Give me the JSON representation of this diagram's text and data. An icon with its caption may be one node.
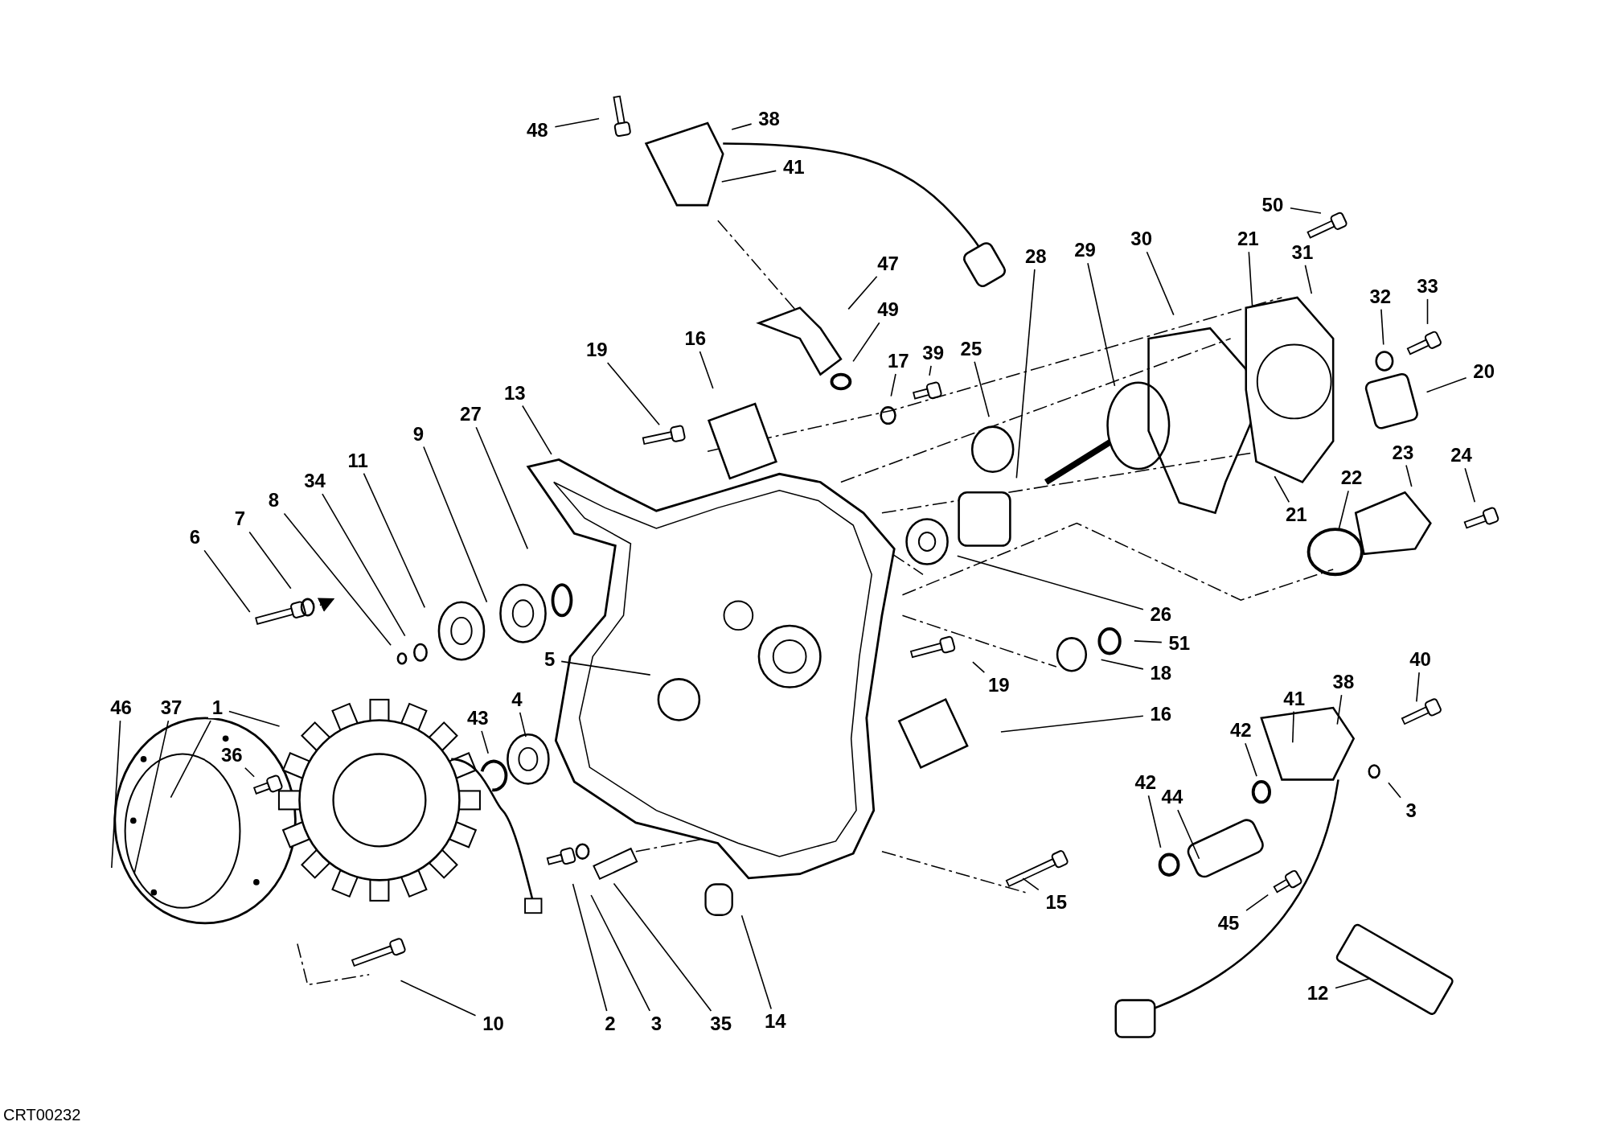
{
  "diagram": {
    "nodes": [
      {
        "text": [
          "48"
        ]
      },
      {
        "text": [
          "38"
        ]
      },
      {
        "text": [
          "41"
        ]
      },
      {
        "text": [
          "50"
        ]
      },
      {
        "text": [
          "28"
        ]
      },
      {
        "text": [
          "29"
        ]
      },
      {
        "text": [
          "30"
        ]
      },
      {
        "text": [
          "21"
        ]
      },
      {
        "text": [
          "31"
        ]
      },
      {
        "text": [
          "47"
        ]
      },
      {
        "text": [
          "32"
        ]
      },
      {
        "text": [
          "33"
        ]
      },
      {
        "text": [
          "49"
        ]
      },
      {
        "text": [
          "17"
        ]
      },
      {
        "text": [
          "39"
        ]
      },
      {
        "text": [
          "25"
        ]
      },
      {
        "text": [
          "16"
        ]
      },
      {
        "text": [
          "19"
        ]
      },
      {
        "text": [
          "20"
        ]
      },
      {
        "text": [
          "13"
        ]
      },
      {
        "text": [
          "27"
        ]
      },
      {
        "text": [
          "9"
        ]
      },
      {
        "text": [
          "11"
        ]
      },
      {
        "text": [
          "34"
        ]
      },
      {
        "text": [
          "8"
        ]
      },
      {
        "text": [
          "7"
        ]
      },
      {
        "text": [
          "6"
        ]
      },
      {
        "text": [
          "23"
        ]
      },
      {
        "text": [
          "24"
        ]
      },
      {
        "text": [
          "22"
        ]
      },
      {
        "text": [
          "21"
        ]
      },
      {
        "text": [
          "26"
        ]
      },
      {
        "text": [
          "51"
        ]
      },
      {
        "text": [
          "18"
        ]
      },
      {
        "text": [
          "19"
        ]
      },
      {
        "text": [
          "16"
        ]
      },
      {
        "text": [
          "5"
        ]
      },
      {
        "text": [
          "46"
        ]
      },
      {
        "text": [
          "37"
        ]
      },
      {
        "text": [
          "1"
        ]
      },
      {
        "text": [
          "40"
        ]
      },
      {
        "text": [
          "36"
        ]
      },
      {
        "text": [
          "43"
        ]
      },
      {
        "text": [
          "4"
        ]
      },
      {
        "text": [
          "41"
        ]
      },
      {
        "text": [
          "38"
        ]
      },
      {
        "text": [
          "42"
        ]
      },
      {
        "text": [
          "3"
        ]
      },
      {
        "text": [
          "42"
        ]
      },
      {
        "text": [
          "44"
        ]
      },
      {
        "text": [
          "45"
        ]
      },
      {
        "text": [
          "15"
        ]
      },
      {
        "text": [
          "12"
        ]
      },
      {
        "text": [
          "10"
        ]
      },
      {
        "text": [
          "2"
        ]
      },
      {
        "text": [
          "3"
        ]
      },
      {
        "text": [
          "35"
        ]
      },
      {
        "text": [
          "14"
        ]
      }
    ],
    "edges": [
      {
        "from": 0,
        "to": null,
        "arrow": "none"
      },
      {
        "from": 1,
        "to": null,
        "arrow": "none"
      },
      {
        "from": 2,
        "to": null,
        "arrow": "none"
      },
      {
        "from": 3,
        "to": null,
        "arrow": "none"
      },
      {
        "from": 4,
        "to": null,
        "arrow": "none"
      },
      {
        "from": 5,
        "to": null,
        "arrow": "none"
      },
      {
        "from": 6,
        "to": null,
        "arrow": "none"
      },
      {
        "from": 7,
        "to": null,
        "arrow": "none"
      },
      {
        "from": 8,
        "to": null,
        "arrow": "none"
      },
      {
        "from": 9,
        "to": null,
        "arrow": "none"
      },
      {
        "from": 10,
        "to": null,
        "arrow": "none"
      },
      {
        "from": 11,
        "to": null,
        "arrow": "none"
      },
      {
        "from": 12,
        "to": null,
        "arrow": "none"
      },
      {
        "from": 13,
        "to": null,
        "arrow": "none"
      },
      {
        "from": 14,
        "to": null,
        "arrow": "none"
      },
      {
        "from": 15,
        "to": null,
        "arrow": "none"
      },
      {
        "from": 16,
        "to": null,
        "arrow": "none"
      },
      {
        "from": 17,
        "to": null,
        "arrow": "none"
      },
      {
        "from": 18,
        "to": null,
        "arrow": "none"
      },
      {
        "from": 19,
        "to": null,
        "arrow": "none"
      },
      {
        "from": 20,
        "to": null,
        "arrow": "none"
      },
      {
        "from": 21,
        "to": null,
        "arrow": "none"
      },
      {
        "from": 22,
        "to": null,
        "arrow": "none"
      },
      {
        "from": 23,
        "to": null,
        "arrow": "none"
      },
      {
        "from": 24,
        "to": null,
        "arrow": "none"
      },
      {
        "from": 25,
        "to": null,
        "arrow": "none"
      },
      {
        "from": 26,
        "to": null,
        "arrow": "none"
      },
      {
        "from": 27,
        "to": null,
        "arrow": "none"
      },
      {
        "from": 28,
        "to": null,
        "arrow": "none"
      },
      {
        "from": 29,
        "to": null,
        "arrow": "none"
      },
      {
        "from": 30,
        "to": null,
        "arrow": "none"
      },
      {
        "from": 31,
        "to": null,
        "arrow": "none"
      },
      {
        "from": 32,
        "to": null,
        "arrow": "none"
      },
      {
        "from": 33,
        "to": null,
        "arrow": "none"
      },
      {
        "from": 34,
        "to": null,
        "arrow": "none"
      },
      {
        "from": 35,
        "to": null,
        "arrow": "none"
      },
      {
        "from": 36,
        "to": null,
        "arrow": "none"
      },
      {
        "from": 37,
        "to": null,
        "arrow": "none"
      },
      {
        "from": 38,
        "to": null,
        "arrow": "none"
      },
      {
        "from": 39,
        "to": null,
        "arrow": "none"
      },
      {
        "from": 40,
        "to": null,
        "arrow": "none"
      },
      {
        "from": 41,
        "to": null,
        "arrow": "none"
      },
      {
        "from": 42,
        "to": null,
        "arrow": "none"
      },
      {
        "from": 43,
        "to": null,
        "arrow": "none"
      },
      {
        "from": 44,
        "to": null,
        "arrow": "none"
      },
      {
        "from": 45,
        "to": null,
        "arrow": "none"
      },
      {
        "from": 46,
        "to": null,
        "arrow": "none"
      },
      {
        "from": 47,
        "to": null,
        "arrow": "none"
      },
      {
        "from": 48,
        "to": null,
        "arrow": "none"
      },
      {
        "from": 49,
        "to": null,
        "arrow": "none"
      },
      {
        "from": 50,
        "to": null,
        "arrow": "none"
      },
      {
        "from": 51,
        "to": null,
        "arrow": "none"
      },
      {
        "from": 52,
        "to": null,
        "arrow": "none"
      },
      {
        "from": 53,
        "to": null,
        "arrow": "none"
      },
      {
        "from": 54,
        "to": null,
        "arrow": "none"
      },
      {
        "from": 55,
        "to": null,
        "arrow": "none"
      },
      {
        "from": 56,
        "to": null,
        "arrow": "none"
      },
      {
        "from": 57,
        "to": null,
        "arrow": "none"
      },
      {
        "from": 39,
        "to": null,
        "arrow": "none"
      }
    ],
    "labels": [
      "CRT00232"
    ]
  }
}
